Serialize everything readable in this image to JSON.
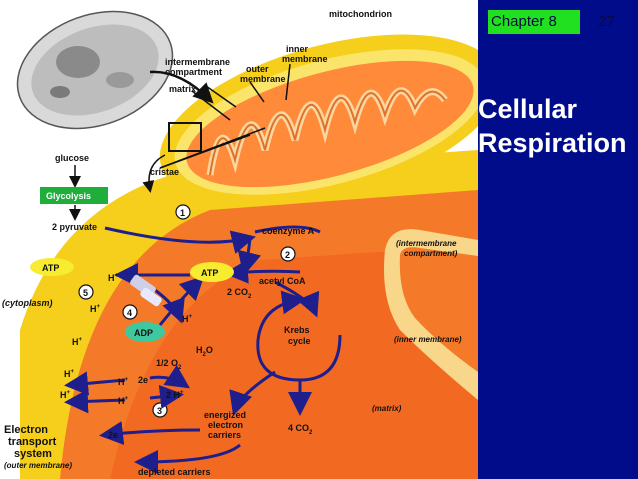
{
  "slide": {
    "chapter_label": "Chapter 8",
    "page_number": "27",
    "title_line1": "Cellular",
    "title_line2": "Respiration",
    "sidebar_color": "#000c8a",
    "chapter_bg": "#20e020"
  },
  "diagram": {
    "labels": {
      "mitochondrion": "mitochondrion",
      "intermembrane_compartment_1": "intermembrane",
      "intermembrane_compartment_2": "compartment",
      "outer_membrane_1": "outer",
      "outer_membrane_2": "membrane",
      "inner_membrane_1": "inner",
      "inner_membrane_2": "membrane",
      "matrix": "matrix",
      "cristae": "cristae",
      "glucose": "glucose",
      "glycolysis": "Glycolysis",
      "pyruvate": "2 pyruvate",
      "step1": "1",
      "step2": "2",
      "step3": "3",
      "step4": "4",
      "step5": "5",
      "coenzyme_a": "coenzyme A",
      "acetyl_coa": "acetyl CoA",
      "co2_2": "2 CO",
      "co2_2_sub": "2",
      "atp_left": "ATP",
      "atp_center": "ATP",
      "adp": "ADP",
      "h_plus": "H",
      "plus": "+",
      "cytoplasm": "(cytoplasm)",
      "krebs_1": "Krebs",
      "krebs_2": "cycle",
      "intermembrane_right_1": "(intermembrane",
      "intermembrane_right_2": "compartment)",
      "inner_membrane_right": "(inner membrane)",
      "matrix_right": "(matrix)",
      "half_o2": "1/2 O",
      "half_o2_sub": "2",
      "h2o_a": "H",
      "h2o_sub": "2",
      "h2o_b": "O",
      "two_e": "2e",
      "two_h": "2 H",
      "energized_1": "energized",
      "energized_2": "electron",
      "energized_3": "carriers",
      "co2_4": "4 CO",
      "co2_4_sub": "2",
      "ets_1": "Electron",
      "ets_2": "transport",
      "ets_3": "system",
      "outer_membrane_bottom": "(outer membrane)",
      "depleted": "depleted carriers"
    },
    "colors": {
      "outer_membrane": "#f5cf1c",
      "matrix_orange": "#f47a2a",
      "cristae_orange": "#ff8a3a",
      "arrow_navy": "#1e1e8c",
      "atp_yellow": "#f8ec30",
      "adp_teal": "#3ec8a0",
      "glycolysis_green": "#1fae3a"
    }
  }
}
